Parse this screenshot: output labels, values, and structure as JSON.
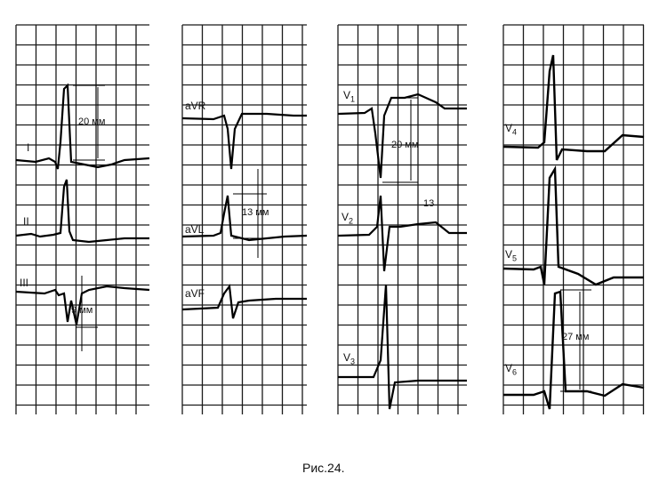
{
  "caption": "Рис.24.",
  "panels": [
    {
      "leads": [
        "I",
        "II",
        "III"
      ],
      "measurements": [
        "20 мм",
        "9 мм"
      ]
    },
    {
      "leads": [
        "aVR",
        "aVL",
        "aVF"
      ],
      "measurements": [
        "13 мм"
      ]
    },
    {
      "leads": [
        "V",
        "V",
        "V"
      ],
      "lead_subscripts": [
        "1",
        "2",
        "3"
      ],
      "measurements": [
        "20 мм",
        "13"
      ]
    },
    {
      "leads": [
        "V",
        "V",
        "V"
      ],
      "lead_subscripts": [
        "4",
        "5",
        "6"
      ],
      "measurements": [
        "27 мм"
      ]
    }
  ],
  "colors": {
    "grid": "#1a1a1a",
    "trace": "#000000"
  }
}
